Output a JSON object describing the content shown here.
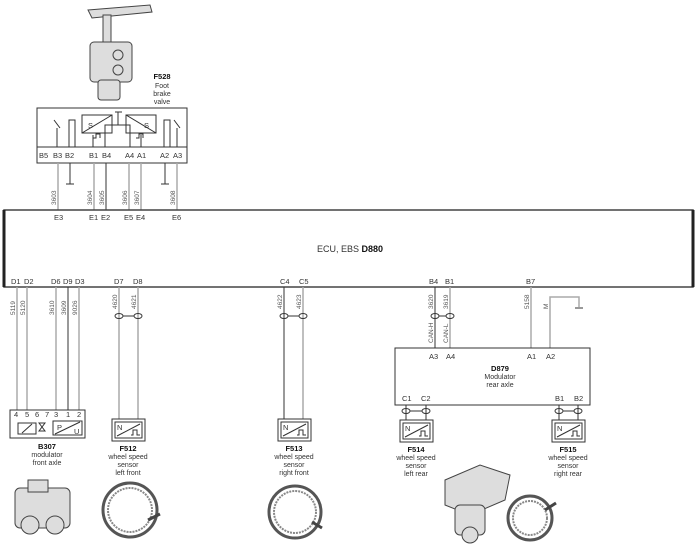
{
  "ecu": {
    "title": "ECU, EBS ",
    "id": "D880",
    "top_pins": [
      "E3",
      "E1",
      "E2",
      "E5",
      "E4",
      "E6"
    ],
    "bottom_pins": [
      "D1",
      "D2",
      "D6",
      "D9",
      "D3",
      "D7",
      "D8",
      "C4",
      "C5",
      "B4",
      "B1",
      "B7"
    ]
  },
  "foot_valve": {
    "id": "F528",
    "desc": [
      "Foot",
      "brake",
      "valve"
    ],
    "pins": [
      "B5",
      "B3",
      "B2",
      "B1",
      "B4",
      "A4",
      "A1",
      "A2",
      "A3"
    ],
    "symbol_s": "S"
  },
  "top_wires": [
    "3603",
    "3604",
    "3605",
    "3606",
    "3607",
    "3608"
  ],
  "bottom_wires": [
    "5119",
    "5120",
    "3610",
    "3609",
    "9026",
    "4620",
    "4621",
    "4622",
    "4623",
    "3620",
    "3619",
    "5158",
    "M"
  ],
  "can": {
    "h": "CAN-H",
    "l": "CAN-L"
  },
  "modulator_rear": {
    "id": "D879",
    "desc": [
      "Modulator",
      "rear axle"
    ],
    "top_pins": [
      "A3",
      "A4",
      "A1",
      "A2"
    ],
    "bottom_pins": [
      "C1",
      "C2",
      "B1",
      "B2"
    ]
  },
  "modulator_front": {
    "id": "B307",
    "desc": [
      "modulator",
      "front axle"
    ],
    "pins": [
      "4",
      "5",
      "6",
      "7",
      "3",
      "1",
      "2"
    ],
    "p": "P",
    "u": "U"
  },
  "sensors": [
    {
      "id": "F512",
      "desc": [
        "wheel speed",
        "sensor",
        "left front"
      ]
    },
    {
      "id": "F513",
      "desc": [
        "wheel speed",
        "sensor",
        "right front"
      ]
    },
    {
      "id": "F514",
      "desc": [
        "wheel speed",
        "sensor",
        "left rear"
      ]
    },
    {
      "id": "F515",
      "desc": [
        "wheel speed",
        "sensor",
        "right rear"
      ]
    }
  ],
  "sensor_symbol": {
    "n": "N"
  }
}
